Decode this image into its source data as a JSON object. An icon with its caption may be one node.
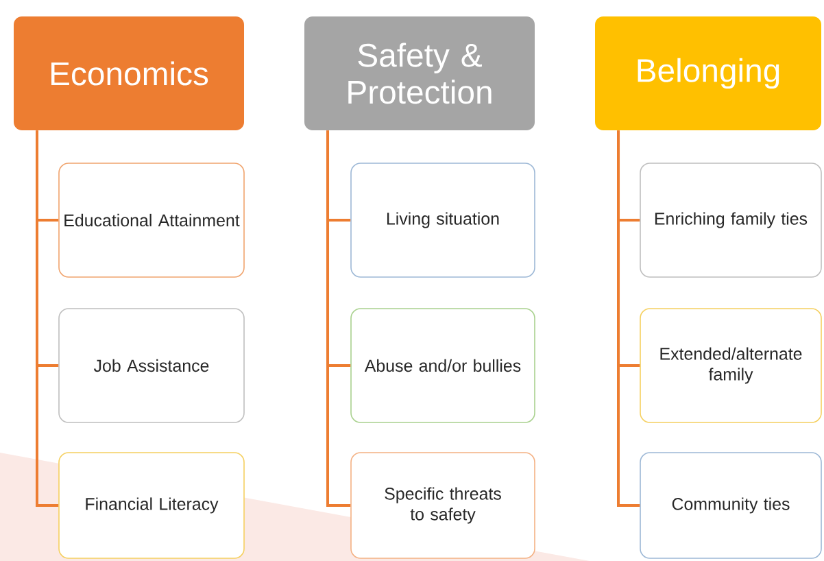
{
  "diagram": {
    "nodes": [
      {
        "text": [
          "Economics"
        ]
      },
      {
        "text": [
          "Educational Attainment"
        ]
      },
      {
        "text": [
          "Job Assistance"
        ]
      },
      {
        "text": [
          "Financial Literacy"
        ]
      },
      {
        "text": [
          "Safety & Protection"
        ]
      },
      {
        "text": [
          "Living situation"
        ]
      },
      {
        "text": [
          "Abuse and/or bullies"
        ]
      },
      {
        "text": [
          "Specific threats to safety"
        ]
      },
      {
        "text": [
          "Belonging"
        ]
      },
      {
        "text": [
          "Enriching family ties"
        ]
      },
      {
        "text": [
          "Extended/alternate family"
        ]
      },
      {
        "text": [
          "Community ties"
        ]
      }
    ],
    "edges": [
      {
        "from": 0,
        "to": 1,
        "arrow": "none"
      },
      {
        "from": 0,
        "to": 2,
        "arrow": "none"
      },
      {
        "from": 0,
        "to": 3,
        "arrow": "none"
      },
      {
        "from": 4,
        "to": 5,
        "arrow": "none"
      },
      {
        "from": 4,
        "to": 6,
        "arrow": "none"
      },
      {
        "from": 4,
        "to": 7,
        "arrow": "none"
      },
      {
        "from": 8,
        "to": 9,
        "arrow": "none"
      },
      {
        "from": 8,
        "to": 10,
        "arrow": "none"
      },
      {
        "from": 8,
        "to": 11,
        "arrow": "none"
      }
    ]
  }
}
